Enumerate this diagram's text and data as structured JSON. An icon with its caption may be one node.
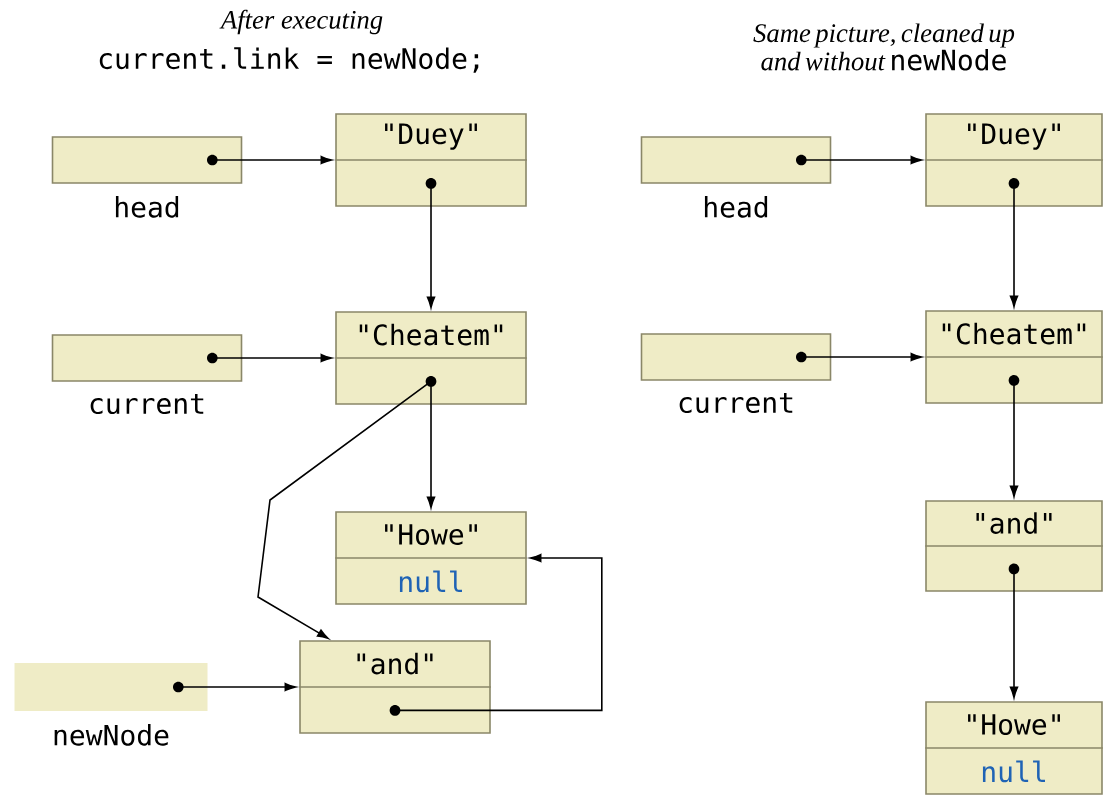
{
  "diagram": {
    "nodes": [
      {
        "text": [],
        "shape": "box",
        "beside": [
          "head"
        ]
      },
      {
        "text": [
          "\"Duey\""
        ]
      },
      {
        "text": [],
        "shape": "box",
        "beside": [
          "current"
        ]
      },
      {
        "text": [
          "\"Cheatem\""
        ]
      },
      {
        "text": [
          "\"Howe\"",
          "null"
        ]
      },
      {
        "text": [],
        "shape": "box",
        "beside": [
          "newNode"
        ]
      },
      {
        "text": [
          "\"and\""
        ]
      },
      {
        "text": [],
        "shape": "box",
        "beside": [
          "head"
        ]
      },
      {
        "text": [
          "\"Duey\""
        ]
      },
      {
        "text": [],
        "shape": "box",
        "beside": [
          "current"
        ]
      },
      {
        "text": [
          "\"Cheatem\""
        ]
      },
      {
        "text": [
          "\"and\""
        ]
      },
      {
        "text": [
          "\"Howe\"",
          "null"
        ]
      }
    ],
    "edges": [
      {
        "from": 0,
        "to": 1,
        "arrow": "to"
      },
      {
        "from": 1,
        "to": 3,
        "arrow": "to"
      },
      {
        "from": 2,
        "to": 3,
        "arrow": "to"
      },
      {
        "from": 3,
        "to": 4,
        "arrow": "to"
      },
      {
        "from": 3,
        "to": 6,
        "arrow": "to"
      },
      {
        "from": 5,
        "to": 6,
        "arrow": "to"
      },
      {
        "from": 6,
        "to": 4,
        "arrow": "to"
      },
      {
        "from": 7,
        "to": 8,
        "arrow": "to"
      },
      {
        "from": 8,
        "to": 10,
        "arrow": "to"
      },
      {
        "from": 9,
        "to": 10,
        "arrow": "to"
      },
      {
        "from": 10,
        "to": 11,
        "arrow": "to"
      },
      {
        "from": 11,
        "to": 12,
        "arrow": "to"
      }
    ],
    "labels": [
      "After executing",
      "current.link = newNode;",
      "Same picture, cleaned up and without",
      "newNode"
    ]
  }
}
